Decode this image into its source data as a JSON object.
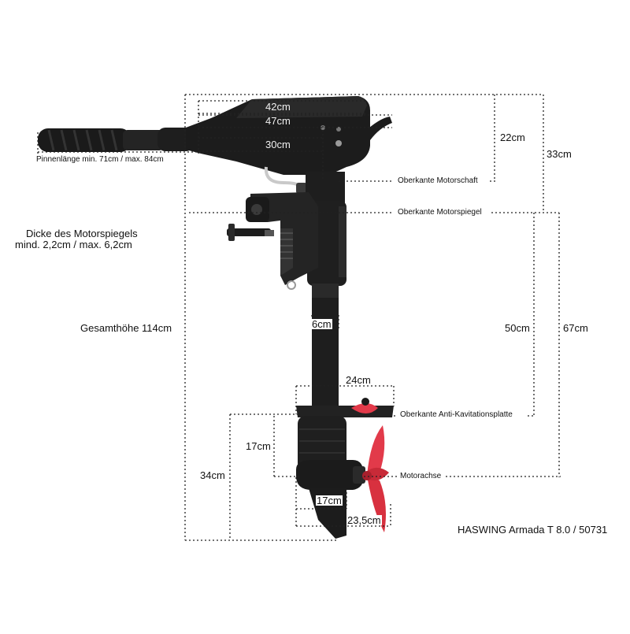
{
  "title": "HASWING Armada T 8.0 / 50731",
  "dimensions": {
    "top_width_42": "42cm",
    "top_width_47": "47cm",
    "top_width_30": "30cm",
    "tiller_length": "Pinnenlänge min. 71cm / max. 84cm",
    "height_22": "22cm",
    "height_33": "33cm",
    "shaft_top": "Oberkante Motorschaft",
    "transom_top": "Oberkante Motorspiegel",
    "transom_thickness_line1": "Dicke des Motorspiegels",
    "transom_thickness_line2": "mind. 2,2cm / max. 6,2cm",
    "total_height": "Gesamthöhe 114cm",
    "shaft_diameter": "6cm",
    "height_50": "50cm",
    "height_67": "67cm",
    "plate_width": "24cm",
    "anticav_top": "Oberkante Anti-Kavitationsplatte",
    "height_17": "17cm",
    "height_34": "34cm",
    "motor_axis": "Motorachse",
    "foot_17": "17cm",
    "foot_235": "23,5cm"
  },
  "colors": {
    "motor": "#1c1c1c",
    "propeller": "#e23a4a",
    "dim_line": "#222222"
  }
}
